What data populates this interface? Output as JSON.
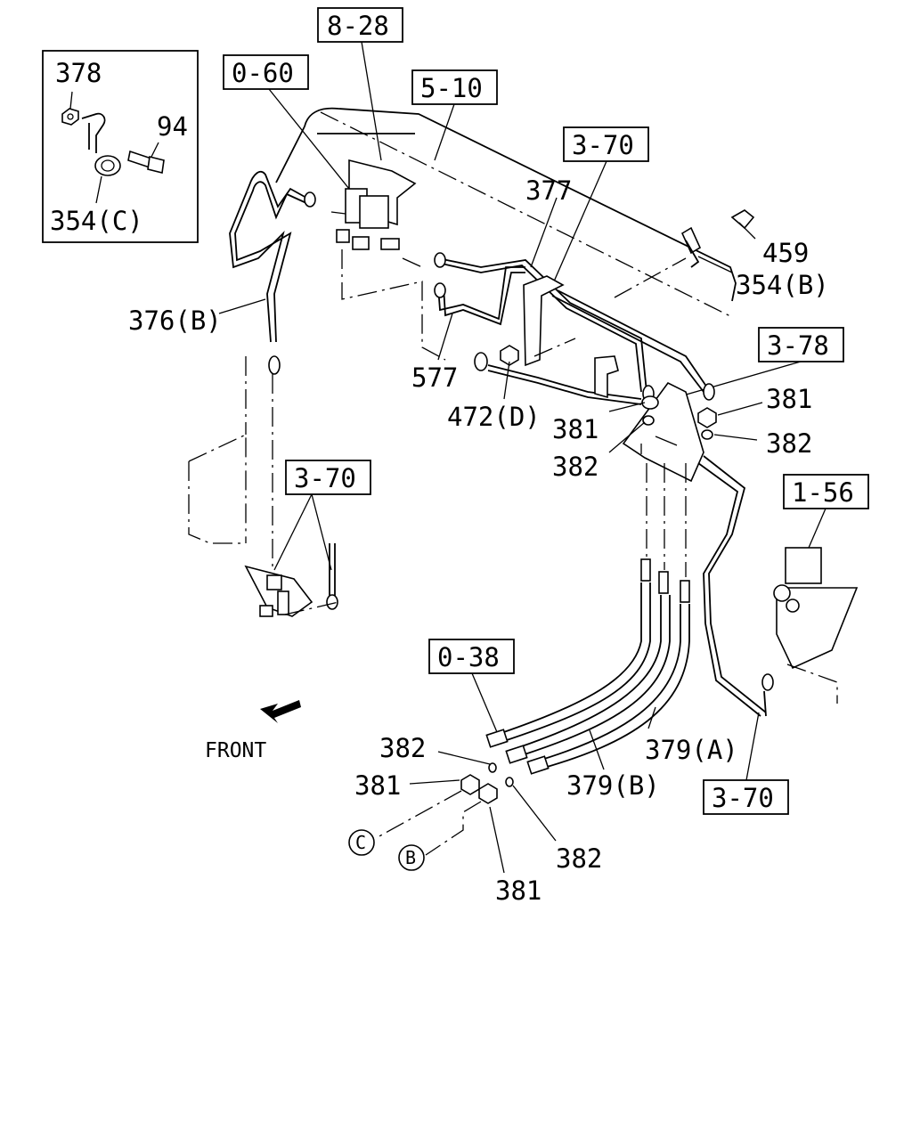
{
  "inset": {
    "labels": {
      "part_378": "378",
      "part_94": "94",
      "part_354c": "354(C)"
    }
  },
  "ref_boxes": {
    "r_8_28": "8-28",
    "r_0_60": "0-60",
    "r_5_10": "5-10",
    "r_3_70_top": "3-70",
    "r_3_78": "3-78",
    "r_3_70_left": "3-70",
    "r_1_56": "1-56",
    "r_0_38": "0-38",
    "r_3_70_bottom": "3-70"
  },
  "part_labels": {
    "p_377": "377",
    "p_459": "459",
    "p_354b": "354(B)",
    "p_376b": "376(B)",
    "p_577": "577",
    "p_472d": "472(D)",
    "p_381_a": "381",
    "p_382_a": "382",
    "p_381_b": "381",
    "p_382_b": "382",
    "p_382_c": "382",
    "p_381_c": "381",
    "p_379a": "379(A)",
    "p_379b": "379(B)",
    "p_382_d": "382",
    "p_381_d": "381"
  },
  "front_label": "FRONT",
  "circle_markers": {
    "c": "C",
    "b": "B"
  }
}
